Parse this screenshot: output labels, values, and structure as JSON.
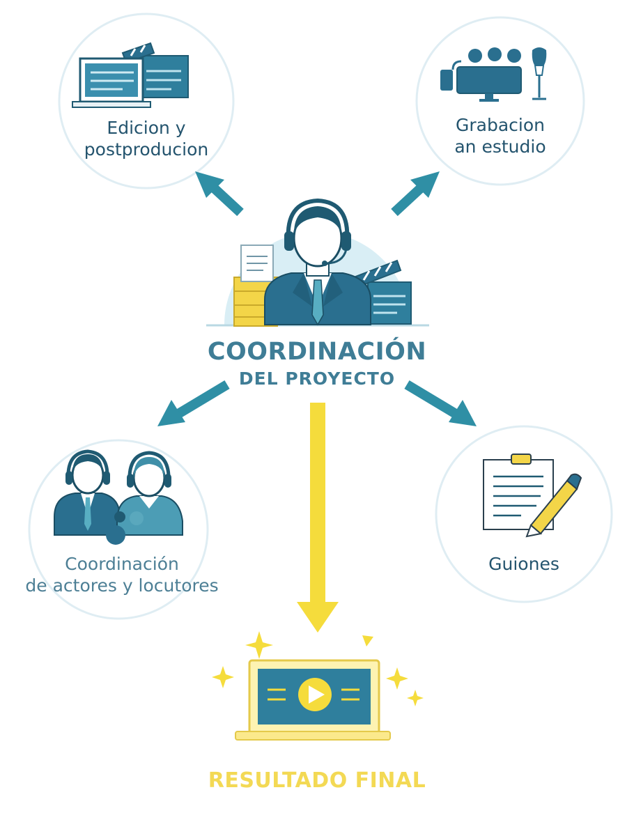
{
  "center": {
    "title": "COORDINACIÓN",
    "subtitle": "DEL PROYECTO"
  },
  "nodes": {
    "edicion": {
      "line1": "Edicion y",
      "line2": "postproducion",
      "icon": "laptop-clapperboard-icon"
    },
    "grabacion": {
      "line1": "Grabacion",
      "line2": "an estudio",
      "icon": "studio-recording-icon"
    },
    "actores": {
      "line1": "Coordinación",
      "line2": "de actores y locutores",
      "icon": "voice-actors-icon"
    },
    "guiones": {
      "line1": "Guiones",
      "icon": "script-clipboard-icon"
    }
  },
  "final": {
    "label": "RESULTADO FINAL",
    "icon": "laptop-play-icon"
  },
  "colors": {
    "primary": "#2a6f8f",
    "teal_arrow": "#2f8fa5",
    "yellow": "#f5dc3c",
    "circle_border": "#dcebf1",
    "pale_blue": "#d9eef5"
  }
}
